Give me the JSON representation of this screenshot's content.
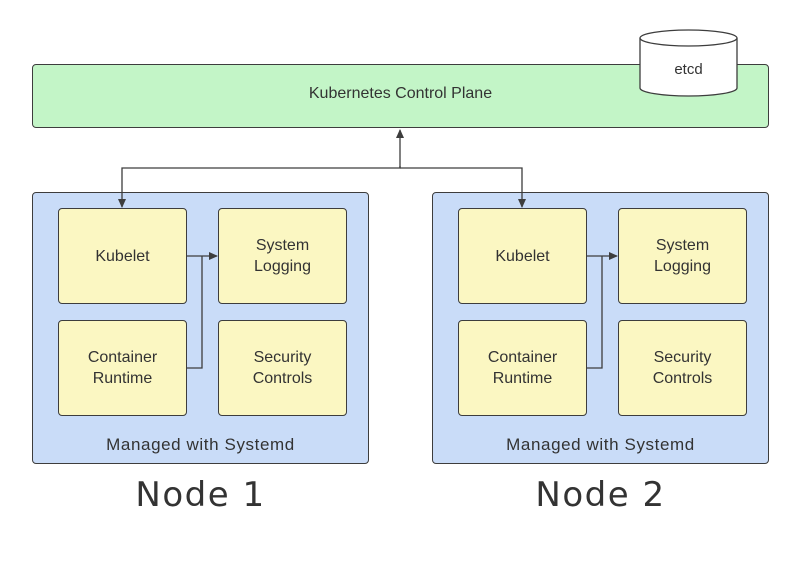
{
  "control_plane": {
    "label": "Kubernetes Control Plane",
    "datastore": "etcd"
  },
  "nodes": [
    {
      "title": "Node 1",
      "footer": "Managed with Systemd",
      "components": {
        "kubelet": "Kubelet",
        "system_logging": "System\nLogging",
        "container_runtime": "Container\nRuntime",
        "security_controls": "Security\nControls"
      }
    },
    {
      "title": "Node 2",
      "footer": "Managed with Systemd",
      "components": {
        "kubelet": "Kubelet",
        "system_logging": "System\nLogging",
        "container_runtime": "Container\nRuntime",
        "security_controls": "Security\nControls"
      }
    }
  ],
  "colors": {
    "control_plane_fill": "#c3f5c7",
    "node_fill": "#c9dcf8",
    "component_fill": "#fbf7c2",
    "stroke": "#3d3d3d"
  }
}
